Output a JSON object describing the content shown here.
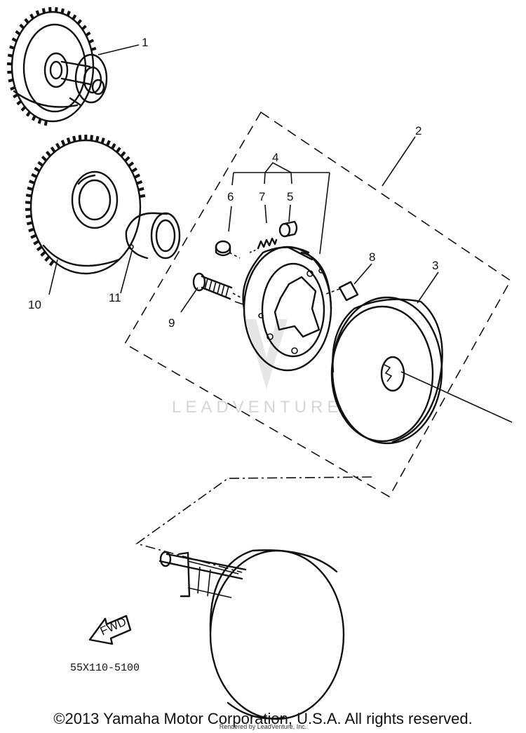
{
  "callouts": {
    "c1": "1",
    "c2": "2",
    "c3": "3",
    "c4": "4",
    "c5": "5",
    "c6": "6",
    "c7": "7",
    "c8": "8",
    "c9": "9",
    "c10": "10",
    "c11": "11"
  },
  "fwd_label": "FWD",
  "part_number": "55X110-5100",
  "watermark": "LEADVENTURE",
  "copyright": "©2013 Yamaha Motor Corporation, U.S.A. All rights reserved.",
  "rendered_by": "Rendered by LeadVenture, Inc."
}
